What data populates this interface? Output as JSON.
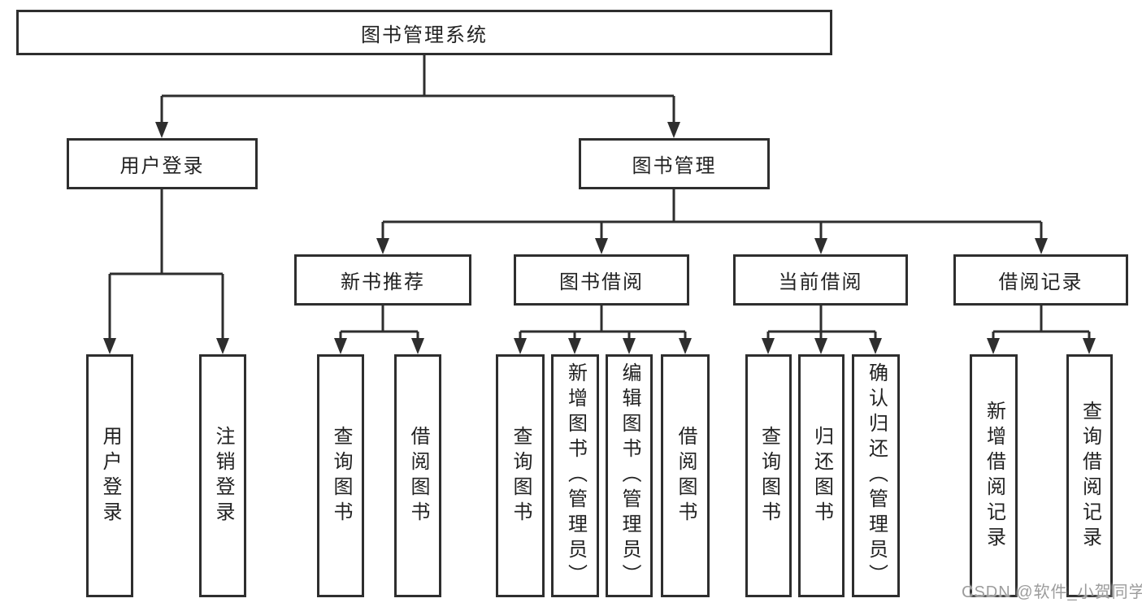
{
  "title": "图书管理系统",
  "watermark": {
    "text": "CSDN @软件_小贺同学"
  },
  "colors": {
    "line": "#2e2e2e",
    "box_border": "#2e2e2e",
    "text": "#222222",
    "background": "#ffffff",
    "watermark_text": "#9c9c9c"
  },
  "tree": {
    "label": "图书管理系统",
    "children": [
      {
        "label": "用户登录",
        "children": [
          {
            "label": "用户登录"
          },
          {
            "label": "注销登录"
          }
        ]
      },
      {
        "label": "图书管理",
        "children": [
          {
            "label": "新书推荐",
            "children": [
              {
                "label": "查询图书"
              },
              {
                "label": "借阅图书"
              }
            ]
          },
          {
            "label": "图书借阅",
            "children": [
              {
                "label": "查询图书"
              },
              {
                "label": "新增图书（管理员）"
              },
              {
                "label": "编辑图书（管理员）"
              },
              {
                "label": "借阅图书"
              }
            ]
          },
          {
            "label": "当前借阅",
            "children": [
              {
                "label": "查询图书"
              },
              {
                "label": "归还图书"
              },
              {
                "label": "确认归还（管理员）"
              }
            ]
          },
          {
            "label": "借阅记录",
            "children": [
              {
                "label": "新增借阅记录"
              },
              {
                "label": "查询借阅记录"
              }
            ]
          }
        ]
      }
    ]
  }
}
